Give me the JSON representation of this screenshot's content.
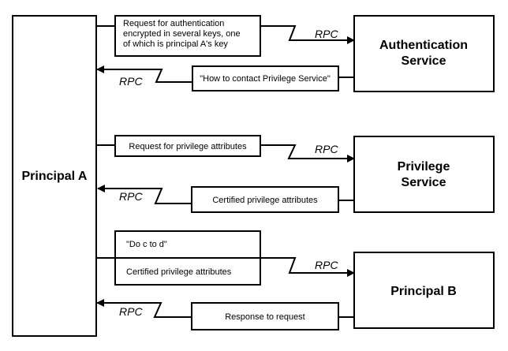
{
  "principal_a": "Principal A",
  "authentication_service": [
    "Authentication",
    "Service"
  ],
  "privilege_service": [
    "Privilege",
    "Service"
  ],
  "principal_b": "Principal B",
  "rpc_label": "RPC",
  "messages": {
    "auth_request": [
      "Request for authentication",
      "encrypted in several keys, one",
      "of which is principal A's key"
    ],
    "contact_privilege": "\"How to contact Privilege Service\"",
    "privilege_request": "Request for privilege attributes",
    "certified_attributes": "Certified privilege attributes",
    "do_c_to_d": "\"Do c to d\"",
    "certified_attributes_b": "Certified privilege attributes",
    "response": "Response to request"
  }
}
